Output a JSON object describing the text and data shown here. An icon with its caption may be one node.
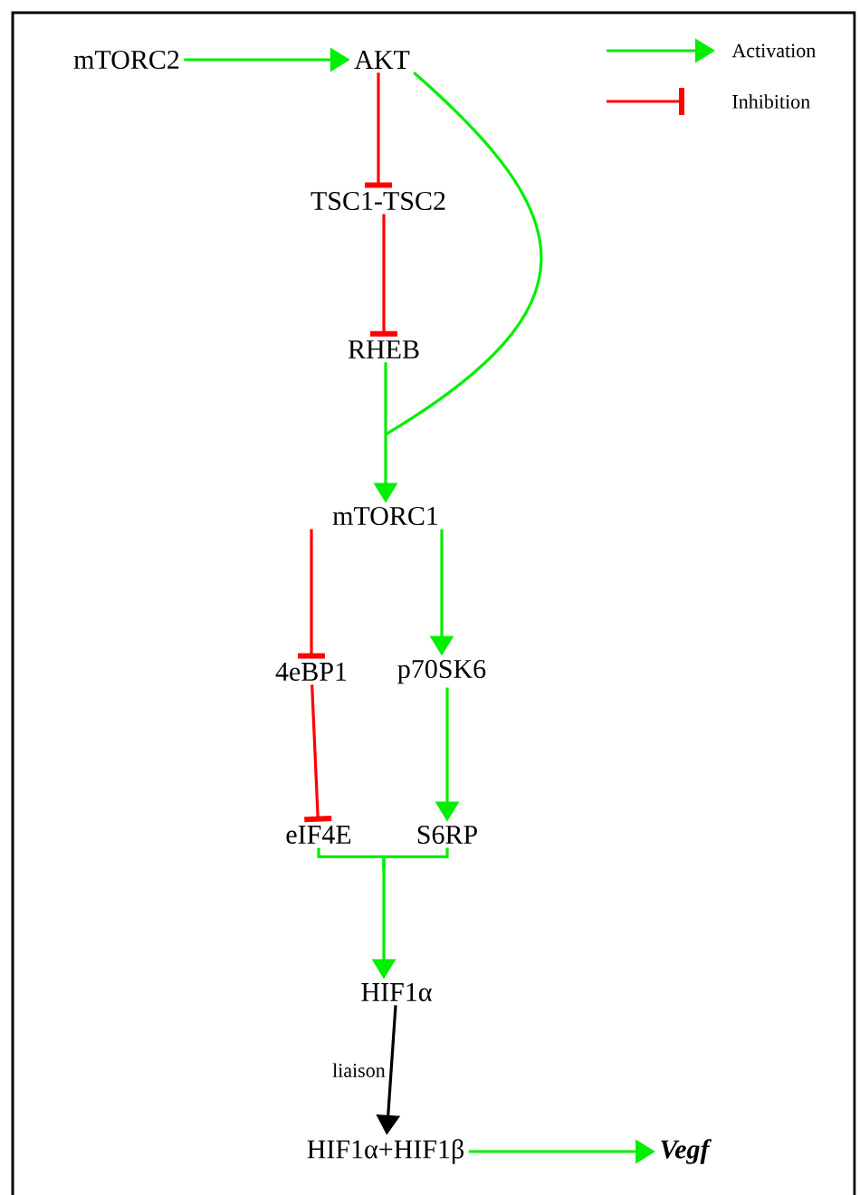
{
  "diagram": {
    "nodes": [
      {
        "text": [
          "mTORC2"
        ]
      },
      {
        "text": [
          "AKT"
        ]
      },
      {
        "text": [
          "TSC1-TSC2"
        ]
      },
      {
        "text": [
          "RHEB"
        ]
      },
      {
        "text": [
          "mTORC1"
        ]
      },
      {
        "text": [
          "4eBP1"
        ]
      },
      {
        "text": [
          "p70SK6"
        ]
      },
      {
        "text": [
          "eIF4E"
        ]
      },
      {
        "text": [
          "S6RP"
        ]
      },
      {
        "text": [
          "HIF1α"
        ]
      },
      {
        "text": [
          "HIF1α+HIF1β"
        ]
      },
      {
        "text": [
          "Vegf"
        ]
      }
    ],
    "edges": [
      {
        "from": 0,
        "to": 1,
        "arrow": "to"
      },
      {
        "from": 1,
        "to": 2,
        "arrow": "other",
        "color": "#ff0000"
      },
      {
        "from": 2,
        "to": 3,
        "arrow": "other",
        "color": "#ff0000"
      },
      {
        "from": 3,
        "to": 4,
        "arrow": "to"
      },
      {
        "from": 1,
        "to": 4,
        "arrow": "to"
      },
      {
        "from": 4,
        "to": 5,
        "arrow": "other",
        "color": "#ff0000"
      },
      {
        "from": 4,
        "to": 6,
        "arrow": "to"
      },
      {
        "from": 5,
        "to": 7,
        "arrow": "other",
        "color": "#ff0000"
      },
      {
        "from": 6,
        "to": 8,
        "arrow": "to"
      },
      {
        "from": 7,
        "to": 9,
        "arrow": "to"
      },
      {
        "from": 8,
        "to": 9,
        "arrow": "to"
      },
      {
        "from": 9,
        "to": 10,
        "arrow": "to",
        "label": "liaison",
        "color": "#000000"
      },
      {
        "from": 10,
        "to": 11,
        "arrow": "to"
      }
    ],
    "legend": [
      {
        "text": "Activation"
      },
      {
        "text": "Inhibition"
      }
    ]
  }
}
